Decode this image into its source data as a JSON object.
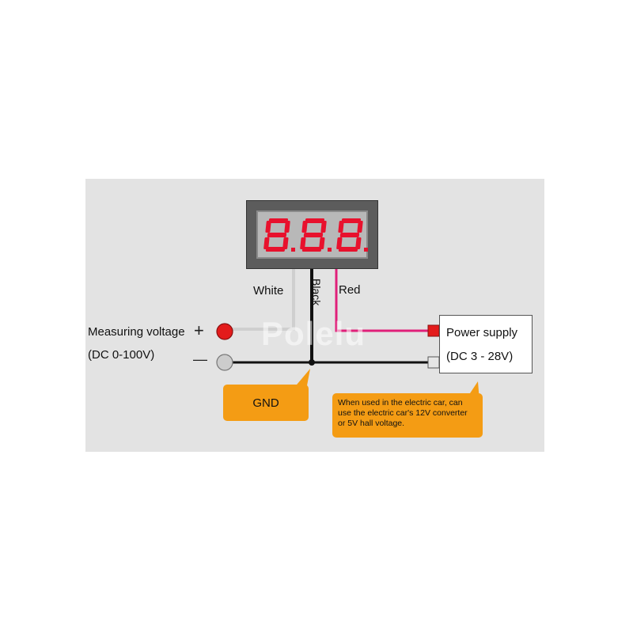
{
  "meter": {
    "display": "888",
    "segment_color": "#e8112d"
  },
  "wires": {
    "white": {
      "label": "White",
      "color": "#cfcfcf"
    },
    "black": {
      "label": "Black",
      "color": "#111111"
    },
    "red": {
      "label": "Red",
      "color": "#e0207a"
    }
  },
  "measuring": {
    "label": "Measuring voltage",
    "range": "(DC 0-100V)",
    "plus_sign": "+",
    "minus_sign": "—"
  },
  "power_supply": {
    "title": "Power supply",
    "range": "(DC 3 - 28V)"
  },
  "callouts": {
    "gnd": "GND",
    "note_lines": [
      "When used in the electric car, can",
      "use the electric car's 12V converter",
      "or 5V hall voltage."
    ],
    "color": "#f49c14"
  },
  "watermark": "Polelu"
}
